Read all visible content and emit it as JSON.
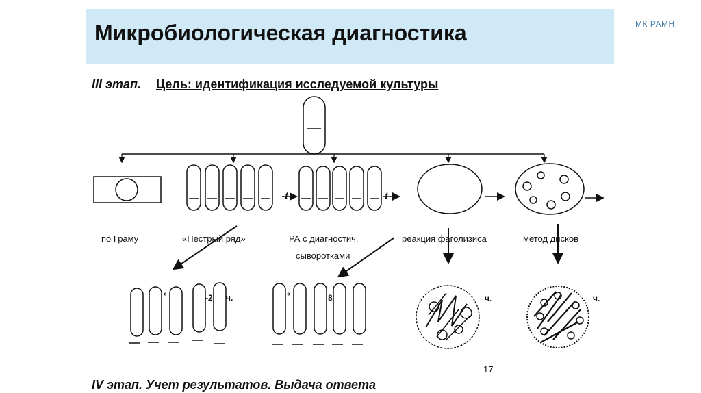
{
  "header": {
    "title": "Микробиологическая диагностика",
    "brand": "МК РАМН"
  },
  "stage3": {
    "label": "III этап.",
    "goal": "Цель: идентификация исследуемой культуры"
  },
  "methods": [
    {
      "label": "по Граму"
    },
    {
      "label": "«Пестрый ряд»"
    },
    {
      "label": "РА с диагностич."
    },
    {
      "label": "сыворотками"
    },
    {
      "label": "реакция фаголизиса"
    },
    {
      "label": "метод дисков"
    }
  ],
  "fragments": {
    "t1": "t",
    "t2": "t",
    "f1": "°",
    "f2": "-2",
    "f3": "ч.",
    "f4": "°",
    "f5": "8",
    "f6": "ч.",
    "f7": "ч."
  },
  "page_number": "17",
  "stage4": {
    "label": "IV этап. Учет результатов. Выдача ответа"
  }
}
